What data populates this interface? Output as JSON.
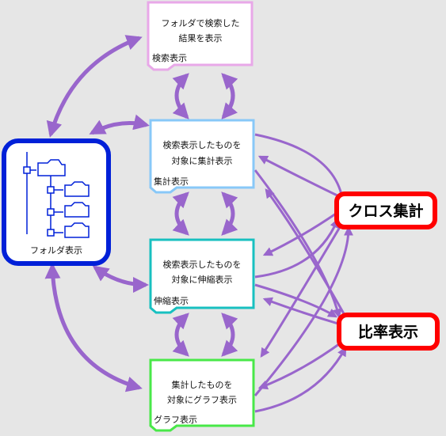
{
  "nodes": {
    "search": {
      "line1": "フォルダで検索した",
      "line2": "結果を表示",
      "label": "検索表示",
      "color": "#e8a8e8"
    },
    "aggregate": {
      "line1": "検索表示したものを",
      "line2": "対象に集計表示",
      "label": "集計表示",
      "color": "#88c8f8"
    },
    "stretch": {
      "line1": "検索表示したものを",
      "line2": "対象に伸縮表示",
      "label": "伸縮表示",
      "color": "#18c0c0"
    },
    "graph": {
      "line1": "集計したものを",
      "line2": "対象にグラフ表示",
      "label": "グラフ表示",
      "color": "#48e848"
    },
    "folder": {
      "label": "フォルダ表示",
      "color": "#0020d8"
    }
  },
  "badges": {
    "cross": {
      "label": "クロス集計",
      "color": "#ff0000"
    },
    "ratio": {
      "label": "比率表示",
      "color": "#ff0000"
    }
  },
  "arrow_color": "#9966cc"
}
